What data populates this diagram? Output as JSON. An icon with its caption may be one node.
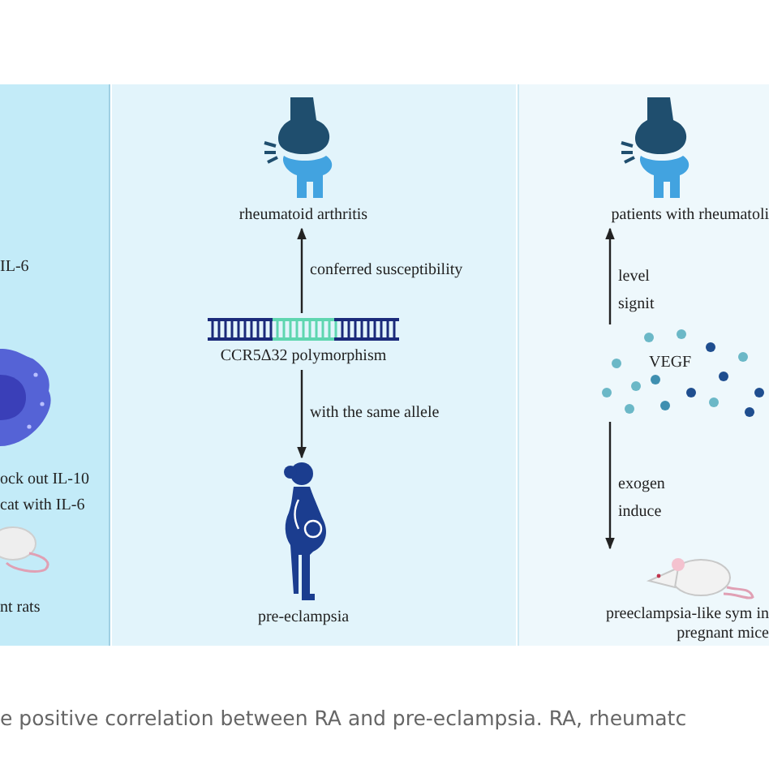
{
  "diagram": {
    "caption": "e positive correlation between RA and pre-eclampsia. RA, rheumatc",
    "nodes": [
      {
        "text": [
          "rheumatoid arthritis"
        ]
      },
      {
        "text": [
          "CCR5Δ32 polymorphism"
        ]
      },
      {
        "text": [
          "pre-eclampsia"
        ]
      },
      {
        "text": [
          "patients with rheumatoli"
        ]
      },
      {
        "text": [
          "VEGF"
        ]
      },
      {
        "text": [
          "preeclampsia-like sym in pregnant mice"
        ]
      }
    ],
    "edges": [
      {
        "from": 1,
        "to": 0,
        "arrow": "to",
        "label": "conferred susceptibility"
      },
      {
        "from": 1,
        "to": 2,
        "arrow": "to",
        "label": "with the same allele"
      },
      {
        "from": 4,
        "to": 3,
        "arrow": "to",
        "label": "level signit"
      },
      {
        "from": 4,
        "to": 5,
        "arrow": "to",
        "label": "exogen induce"
      }
    ],
    "labels": [
      "IL-6",
      "ock out IL-10 cat with IL-6",
      "nt rats"
    ]
  }
}
